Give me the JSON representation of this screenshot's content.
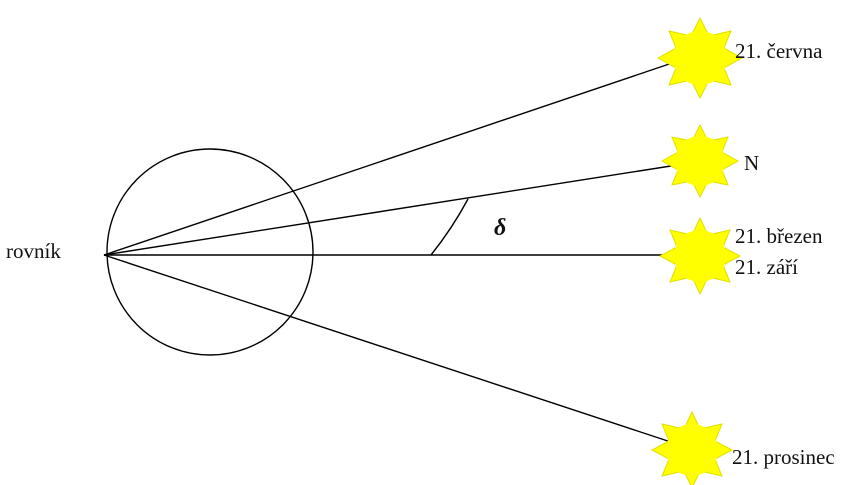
{
  "labels": {
    "equator": "rovník",
    "june": "21. června",
    "north": "N",
    "march": "21. březen",
    "september": "21. září",
    "december": "21. prosinec",
    "angle": "δ"
  },
  "icons": {
    "sun": "sun-icon"
  },
  "colors": {
    "sun_fill": "#ffff00",
    "sun_stroke": "#c8c800",
    "line": "#000000",
    "background": "#ffffff"
  }
}
